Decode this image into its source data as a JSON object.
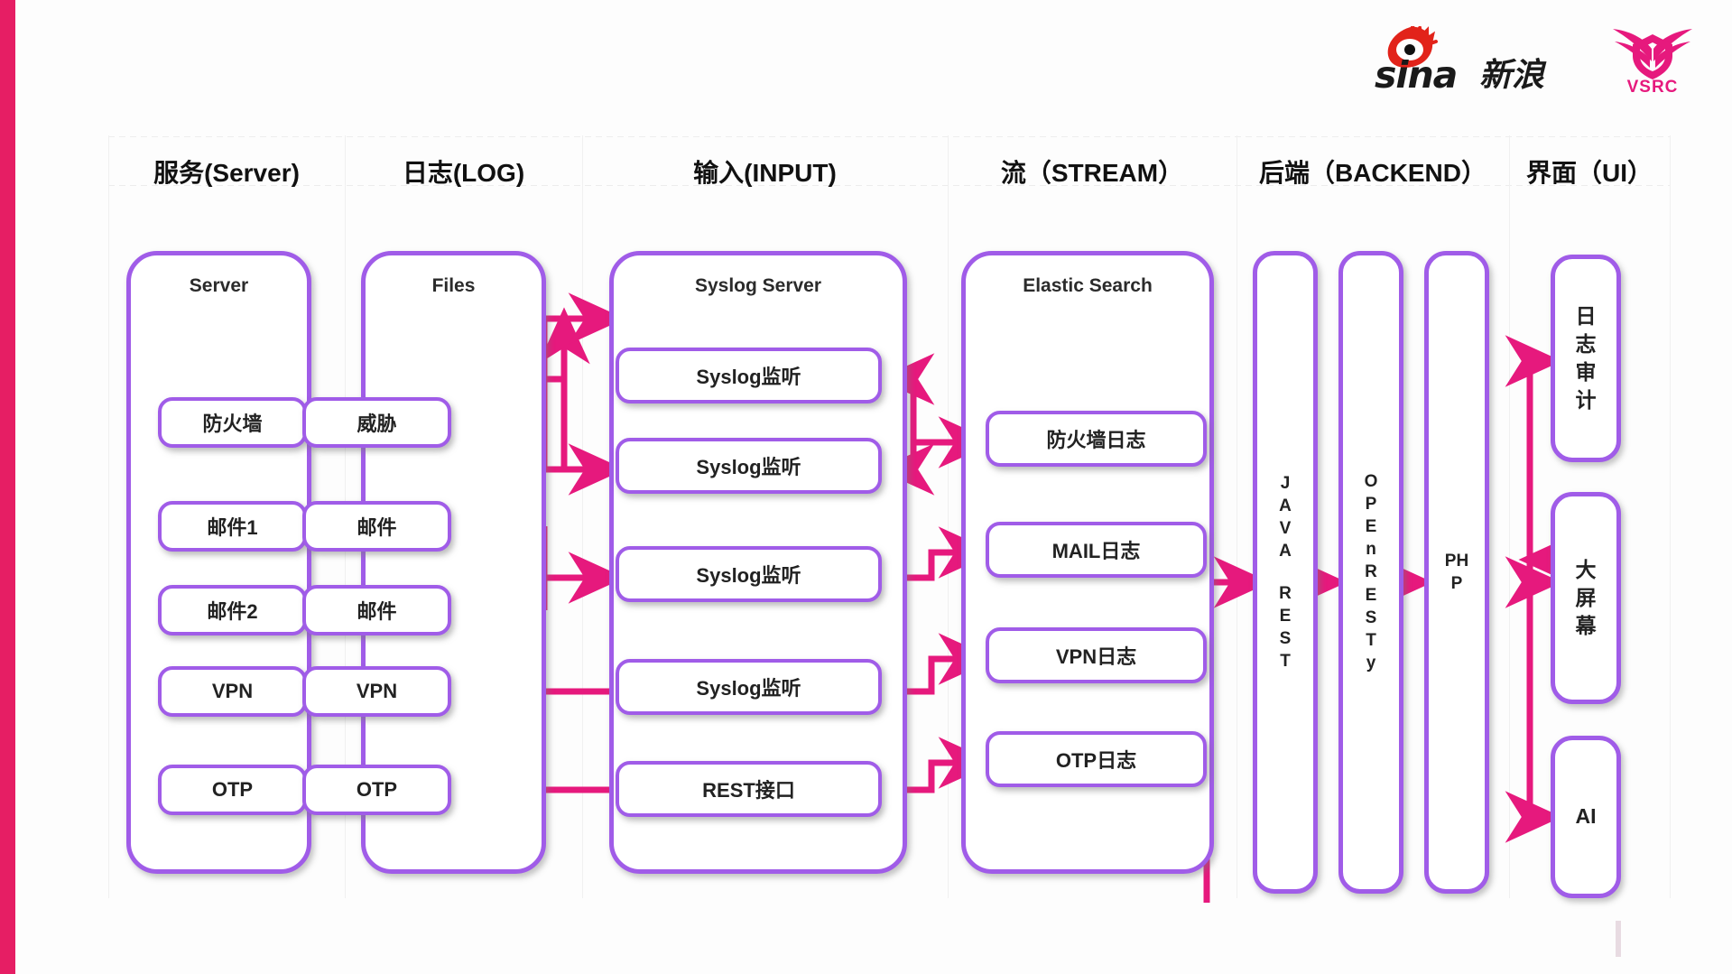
{
  "theme": {
    "accent_pink": "#e6197d",
    "node_purple": "#a05ce8",
    "left_bar": "#e61e64",
    "text": "#111111"
  },
  "branding": {
    "sina": {
      "word": "sina",
      "cn": "新浪",
      "icon": "sina-eye-icon"
    },
    "vsrc": {
      "word": "VSRC",
      "icon": "vsrc-wing-shield-icon"
    }
  },
  "columns": [
    {
      "id": "server",
      "header": "服务(Server)"
    },
    {
      "id": "log",
      "header": "日志(LOG)"
    },
    {
      "id": "input",
      "header": "输入(INPUT)"
    },
    {
      "id": "stream",
      "header": "流（STREAM）"
    },
    {
      "id": "backend",
      "header": "后端（BACKEND）"
    },
    {
      "id": "ui",
      "header": "界面（UI）"
    }
  ],
  "groups": {
    "server": {
      "title": "Server",
      "items": [
        "防火墙",
        "邮件1",
        "邮件2",
        "VPN",
        "OTP"
      ]
    },
    "log": {
      "title": "Files",
      "items": [
        "威胁",
        "邮件",
        "邮件",
        "VPN",
        "OTP"
      ]
    },
    "input": {
      "title": "Syslog Server",
      "items": [
        "Syslog监听",
        "Syslog监听",
        "Syslog监听",
        "Syslog监听",
        "REST接口"
      ]
    },
    "stream": {
      "title": "Elastic Search",
      "items": [
        "防火墙日志",
        "MAIL日志",
        "VPN日志",
        "OTP日志"
      ]
    }
  },
  "backend": {
    "items": [
      {
        "id": "java-rest",
        "lines": [
          "J",
          "A",
          "V",
          "A",
          "",
          "R",
          "E",
          "S",
          "T"
        ]
      },
      {
        "id": "openresty",
        "lines": [
          "O",
          "P",
          "E",
          "n",
          "R",
          "E",
          "S",
          "T",
          "y"
        ]
      },
      {
        "id": "php",
        "lines": [
          "PH",
          "P"
        ]
      }
    ]
  },
  "ui": {
    "items": [
      {
        "id": "log-audit",
        "lines": [
          "日",
          "志",
          "审",
          "计"
        ]
      },
      {
        "id": "big-screen",
        "lines": [
          "大",
          "屏",
          "幕"
        ]
      },
      {
        "id": "ai",
        "lines": [
          "AI"
        ]
      }
    ]
  }
}
